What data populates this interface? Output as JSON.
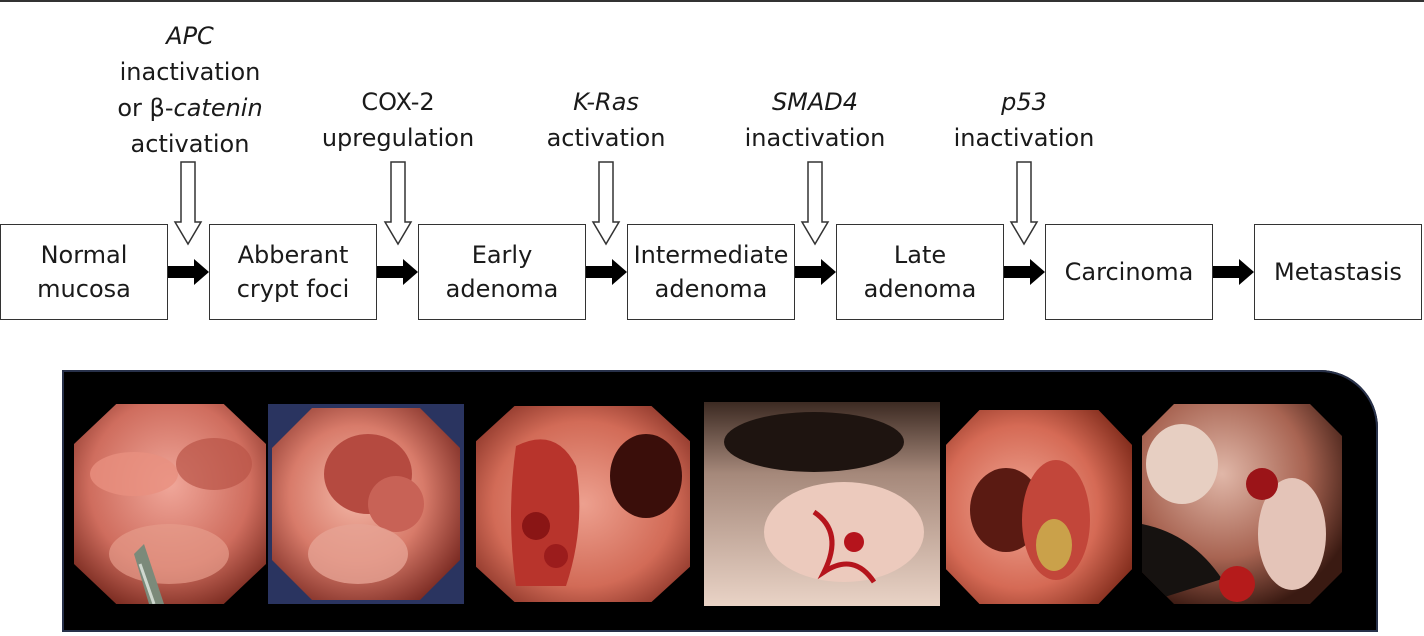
{
  "mutations": [
    {
      "gene": "APC",
      "lines": [
        "inactivation"
      ],
      "or": "or",
      "beta": "β-",
      "gene2": "catenin",
      "last": "activation"
    },
    {
      "gene": "",
      "lines": [
        "COX-2",
        "upregulation"
      ]
    },
    {
      "gene": "K-Ras",
      "lines": [
        "activation"
      ]
    },
    {
      "gene": "SMAD4",
      "lines": [
        "inactivation"
      ]
    },
    {
      "gene": "p53",
      "lines": [
        "inactivation"
      ]
    }
  ],
  "stages": [
    {
      "line1": "Normal",
      "line2": "mucosa"
    },
    {
      "line1": "Abberant",
      "line2": "crypt foci"
    },
    {
      "line1": "Early",
      "line2": "adenoma"
    },
    {
      "line1": "Intermediate",
      "line2": "adenoma"
    },
    {
      "line1": "Late",
      "line2": "adenoma"
    },
    {
      "line1": "Carcinoma",
      "line2": ""
    },
    {
      "line1": "Metastasis",
      "line2": ""
    }
  ],
  "colors": {
    "mucosa": "#c9605a",
    "blood": "#a8141c",
    "panel": "#000000"
  }
}
